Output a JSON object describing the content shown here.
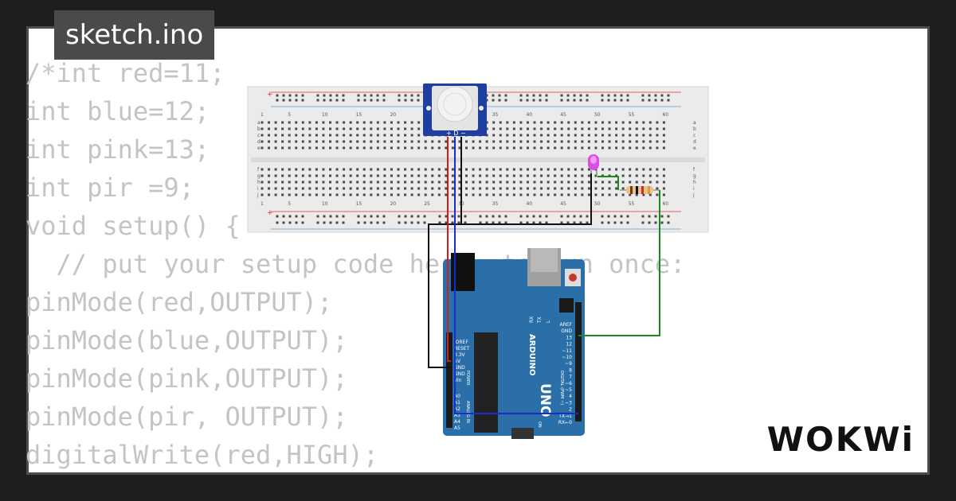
{
  "tab": {
    "filename": "sketch.ino"
  },
  "code_lines": [
    "/*int red=11;",
    "int blue=12;",
    "int pink=13;",
    "int pir =9;",
    "void setup() {",
    "  // put your setup code here, to run once:",
    "pinMode(red,OUTPUT);",
    "pinMode(blue,OUTPUT);",
    "pinMode(pink,OUTPUT);",
    "pinMode(pir, OUTPUT);",
    "digitalWrite(red,HIGH);"
  ],
  "brand": {
    "logo": "WOKWi"
  },
  "circuit": {
    "breadboard": {
      "column_numbers": [
        "1",
        "5",
        "10",
        "15",
        "20",
        "25",
        "30",
        "35",
        "40",
        "45",
        "50",
        "55",
        "60"
      ],
      "row_letters_top": [
        "a",
        "b",
        "c",
        "d",
        "e"
      ],
      "row_letters_bottom": [
        "f",
        "g",
        "h",
        "i",
        "j"
      ],
      "rail_sign": "+"
    },
    "pir_sensor": {
      "pins": "+ D −"
    },
    "arduino": {
      "model": "UNO",
      "brand": "ARDUINO",
      "power_labels": [
        "IOREF",
        "RESET",
        "3.3V",
        "5V",
        "GND",
        "GND",
        "Vin"
      ],
      "analog_labels": [
        "A0",
        "A1",
        "A2",
        "A3",
        "A4",
        "A5"
      ],
      "digital_labels": [
        "AREF",
        "GND",
        "13",
        "12",
        "~11",
        "~10",
        "~9",
        "8",
        "7",
        "~6",
        "~5",
        "4",
        "~3",
        "2",
        "TX→1",
        "RX←0"
      ],
      "led_labels": [
        "L",
        "TX",
        "RX"
      ],
      "section_labels": [
        "POWER",
        "ANALOG IN",
        "DIGITAL (PWM ~)",
        "ON"
      ]
    },
    "colors": {
      "wire_black": "#111111",
      "wire_red": "#d01c1c",
      "wire_blue": "#1c2bd0",
      "wire_green": "#1a8a1a",
      "board": "#2a6fa8",
      "led": "#d94fe0",
      "pir": "#1f3fa0"
    }
  }
}
